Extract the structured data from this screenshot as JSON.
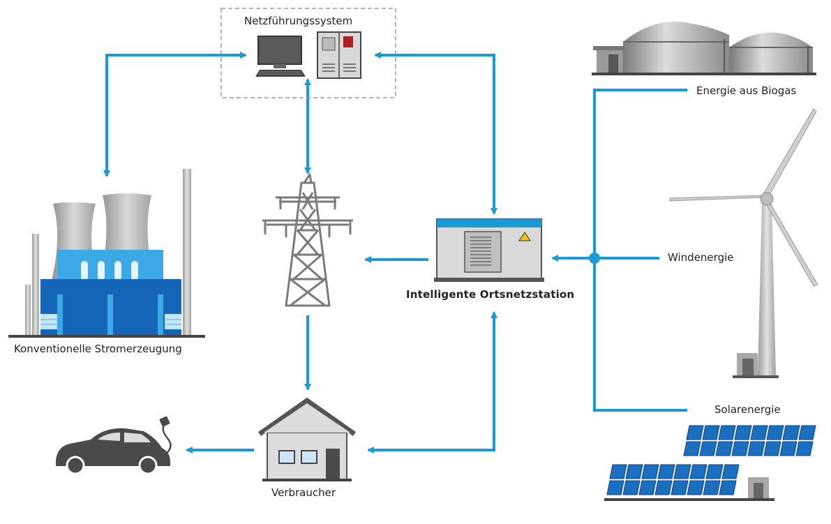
{
  "labels": {
    "netzfuehrung": "Netzführungssystem",
    "biogas": "Energie aus Biogas",
    "wind": "Windenergie",
    "solar": "Solarenergie",
    "konventionell": "Konventionelle Stromerzeugung",
    "ortsnetz": "Intelligente Ortsnetzstation",
    "verbraucher": "Verbraucher"
  },
  "colors": {
    "arrow": "#1a9ad6",
    "factory_blue": "#1565b8",
    "factory_light": "#3aa9e6",
    "gray_dark": "#5a5a5a",
    "gray_mid": "#9a9a9a",
    "gray_light": "#d4d4d4",
    "solar_blue": "#1b6fc0"
  }
}
